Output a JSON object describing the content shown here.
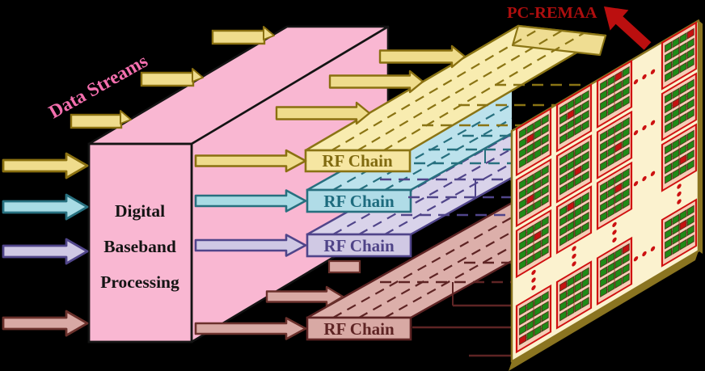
{
  "labels": {
    "data_streams": "Data Streams",
    "pc_remaa": "PC-REMAA",
    "data_streams_color": "#F46FAE",
    "pc_remaa_color": "#AD0E0E",
    "pc_remaa_arrow_color": "#BB0F0F"
  },
  "baseband_box": {
    "lines": [
      "Digital",
      "Baseband",
      "Processing"
    ],
    "fill": "#F9B7D2",
    "stroke": "#141414",
    "text_color": "#141414"
  },
  "streams": [
    {
      "name": "stream-1-yellow",
      "fill": "#EFDC8C",
      "stroke": "#8A7010"
    },
    {
      "name": "stream-2-teal",
      "fill": "#A8DBE4",
      "stroke": "#27707F"
    },
    {
      "name": "stream-3-lavender",
      "fill": "#CFC8E4",
      "stroke": "#50458A"
    },
    {
      "name": "stream-4-rosy",
      "fill": "#D8A9A4",
      "stroke": "#6B312C"
    }
  ],
  "rf_chains": [
    {
      "label": "RF Chain",
      "top": "#F8ECB0",
      "front": "#F6E6A2",
      "end": "#EFDD92",
      "stroke": "#8A7414",
      "text_color": "#806A10"
    },
    {
      "label": "RF Chain",
      "top": "#BCE2EC",
      "front": "#B0DCE7",
      "end": "#A5D2DF",
      "stroke": "#27707F",
      "text_color": "#1D6B7E"
    },
    {
      "label": "RF Chain",
      "top": "#D9D3EA",
      "front": "#D0C9E4",
      "end": "#C5BDDC",
      "stroke": "#50458A",
      "text_color": "#4F4488"
    },
    {
      "label": "RF Chain",
      "top": "#DCAFAA",
      "front": "#D8A9A4",
      "end": "#CD9C97",
      "stroke": "#5E2424",
      "text_color": "#5E2424"
    }
  ],
  "panel": {
    "name": "PC-REMAA antenna panel",
    "fill": "#FBF2CF",
    "stroke": "#8A7420",
    "rows": 4,
    "cols": 4,
    "elements_per_tile": "4x4",
    "dots_color": "#CC1111",
    "tile": {
      "border": "#D01010",
      "bg": "#F5CDB6",
      "element": "#1F8A17",
      "element_stroke": "#503018",
      "active_element": "#C41111",
      "network": "#C07860"
    },
    "tiles": [
      {
        "col": 0,
        "row": 0,
        "red": [
          1,
          1
        ]
      },
      {
        "col": 0,
        "row": 1,
        "red": [
          2,
          1
        ]
      },
      {
        "col": 0,
        "row": 2,
        "red": [
          1,
          2
        ]
      },
      {
        "col": 0,
        "row": 3,
        "red": [
          3,
          0
        ]
      },
      {
        "col": 1,
        "row": 0,
        "red": [
          1,
          1
        ]
      },
      {
        "col": 1,
        "row": 1,
        "red": [
          2,
          2
        ]
      },
      {
        "col": 1,
        "row": 2,
        "red": [
          0,
          1
        ]
      },
      {
        "col": 1,
        "row": 3,
        "red": [
          0,
          0
        ]
      },
      {
        "col": 2,
        "row": 0,
        "red": [
          0,
          2
        ]
      },
      {
        "col": 2,
        "row": 1,
        "red": [
          2,
          2
        ]
      },
      {
        "col": 2,
        "row": 2,
        "red": [
          1,
          2
        ]
      },
      {
        "col": 2,
        "row": 3,
        "red": [
          0,
          3
        ]
      },
      {
        "col": 3,
        "row": 0,
        "red": [
          0,
          3
        ]
      },
      {
        "col": 3,
        "row": 1,
        "red": [
          1,
          1
        ]
      },
      {
        "col": 3,
        "row": 2,
        "red": [
          2,
          2
        ]
      },
      {
        "col": 3,
        "row": 3,
        "red": [
          1,
          2
        ]
      }
    ]
  }
}
